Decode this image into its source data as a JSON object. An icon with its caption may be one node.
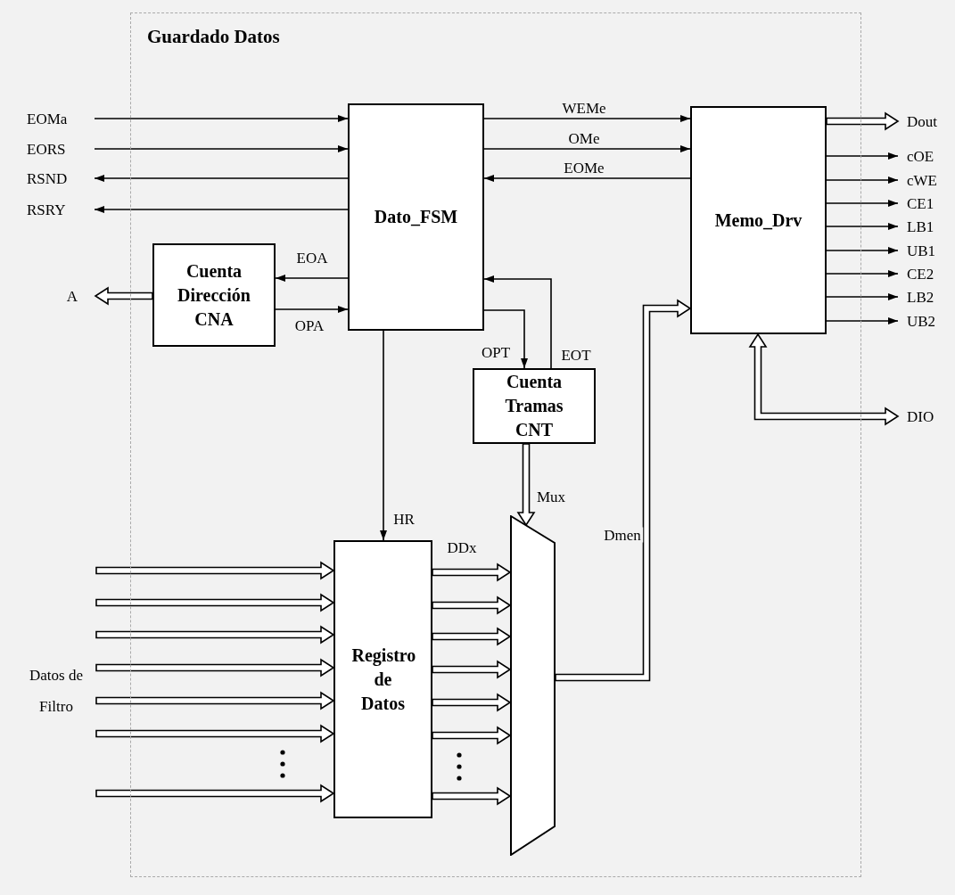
{
  "diagram": {
    "nodes": [
      {
        "text": [
          "Guardado Datos"
        ]
      },
      {
        "text": [
          "Dato_FSM"
        ],
        "in": 0
      },
      {
        "text": [
          "Memo_Drv"
        ],
        "in": 0
      },
      {
        "text": [
          "Cuenta Dirección CNA"
        ],
        "in": 0
      },
      {
        "text": [
          "Cuenta Tramas CNT"
        ],
        "in": 0
      },
      {
        "text": [
          "Registro de Datos"
        ],
        "in": 0
      },
      {
        "text": [],
        "shape": "trapezoid",
        "in": 0
      },
      {
        "text": [
          "EOMa"
        ]
      },
      {
        "text": [
          "EORS"
        ]
      },
      {
        "text": [
          "RSND"
        ]
      },
      {
        "text": [
          "RSRY"
        ]
      },
      {
        "text": [
          "A"
        ]
      },
      {
        "text": [
          "Dout"
        ]
      },
      {
        "text": [
          "cOE"
        ]
      },
      {
        "text": [
          "cWE"
        ]
      },
      {
        "text": [
          "CE1"
        ]
      },
      {
        "text": [
          "LB1"
        ]
      },
      {
        "text": [
          "UB1"
        ]
      },
      {
        "text": [
          "CE2"
        ]
      },
      {
        "text": [
          "LB2"
        ]
      },
      {
        "text": [
          "UB2"
        ]
      },
      {
        "text": [
          "DIO"
        ]
      }
    ],
    "edges": [
      {
        "from": 7,
        "to": 1,
        "arrow": "to"
      },
      {
        "from": 8,
        "to": 1,
        "arrow": "to"
      },
      {
        "from": 1,
        "to": 9,
        "arrow": "to"
      },
      {
        "from": 1,
        "to": 10,
        "arrow": "to"
      },
      {
        "from": 3,
        "to": 11,
        "arrow": "to",
        "style": "thick"
      },
      {
        "from": 1,
        "to": 2,
        "arrow": "to",
        "label": "WEMe"
      },
      {
        "from": 1,
        "to": 2,
        "arrow": "to",
        "label": "OMe"
      },
      {
        "from": 2,
        "to": 1,
        "arrow": "to",
        "label": "EOMe"
      },
      {
        "from": 1,
        "to": 3,
        "arrow": "to",
        "label": "EOA"
      },
      {
        "from": 3,
        "to": 1,
        "arrow": "to",
        "label": "OPA"
      },
      {
        "from": 1,
        "to": 4,
        "arrow": "to",
        "label": "OPT"
      },
      {
        "from": 4,
        "to": 1,
        "arrow": "to",
        "label": "EOT"
      },
      {
        "from": 1,
        "to": 5,
        "arrow": "to",
        "label": "HR"
      },
      {
        "from": 4,
        "to": 6,
        "arrow": "to",
        "style": "thick",
        "label": "Mux"
      },
      {
        "from": 6,
        "to": 2,
        "arrow": "to",
        "style": "thick",
        "label": "Dmen"
      },
      {
        "from": 2,
        "to": 12,
        "arrow": "to",
        "style": "thick"
      },
      {
        "from": 2,
        "to": 13,
        "arrow": "to"
      },
      {
        "from": 2,
        "to": 14,
        "arrow": "to"
      },
      {
        "from": 2,
        "to": 15,
        "arrow": "to"
      },
      {
        "from": 2,
        "to": 16,
        "arrow": "to"
      },
      {
        "from": 2,
        "to": 17,
        "arrow": "to"
      },
      {
        "from": 2,
        "to": 18,
        "arrow": "to"
      },
      {
        "from": 2,
        "to": 19,
        "arrow": "to"
      },
      {
        "from": 2,
        "to": 20,
        "arrow": "to"
      },
      {
        "from": 2,
        "to": 21,
        "arrow": "both",
        "style": "thick"
      },
      {
        "from": null,
        "to": 5,
        "arrow": "to",
        "style": "thick"
      },
      {
        "from": null,
        "to": 5,
        "arrow": "to",
        "style": "thick"
      },
      {
        "from": null,
        "to": 5,
        "arrow": "to",
        "style": "thick"
      },
      {
        "from": null,
        "to": 5,
        "arrow": "to",
        "style": "thick"
      },
      {
        "from": null,
        "to": 5,
        "arrow": "to",
        "style": "thick"
      },
      {
        "from": null,
        "to": 5,
        "arrow": "to",
        "style": "thick"
      },
      {
        "from": null,
        "to": 5,
        "arrow": "to",
        "style": "thick"
      },
      {
        "from": 5,
        "to": 6,
        "arrow": "to",
        "style": "thick",
        "label": "DDx"
      },
      {
        "from": 5,
        "to": 6,
        "arrow": "to",
        "style": "thick"
      },
      {
        "from": 5,
        "to": 6,
        "arrow": "to",
        "style": "thick"
      },
      {
        "from": 5,
        "to": 6,
        "arrow": "to",
        "style": "thick"
      },
      {
        "from": 5,
        "to": 6,
        "arrow": "to",
        "style": "thick"
      },
      {
        "from": 5,
        "to": 6,
        "arrow": "to",
        "style": "thick"
      },
      {
        "from": 5,
        "to": 6,
        "arrow": "to",
        "style": "thick"
      }
    ],
    "labels": [
      "Datos de Filtro"
    ]
  }
}
